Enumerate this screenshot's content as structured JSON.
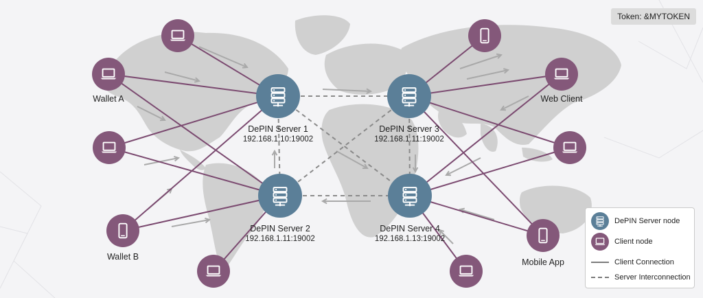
{
  "token": "Token: &MYTOKEN",
  "colors": {
    "server": "#5b7f98",
    "client": "#84587a",
    "client_line": "#7b4a70",
    "server_line": "#8a8a8a",
    "arrow": "#a9a9a9",
    "map": "#cfcfcf"
  },
  "servers": [
    {
      "id": "s1",
      "name": "DePIN Server 1",
      "ip": "192.168.1.10:19002"
    },
    {
      "id": "s2",
      "name": "DePIN Server 2",
      "ip": "192.168.1.11:19002"
    },
    {
      "id": "s3",
      "name": "DePIN Server 3",
      "ip": "192.168.1.11:19002"
    },
    {
      "id": "s4",
      "name": "DePIN Server 4",
      "ip": "192.168.1.13:19002"
    }
  ],
  "clients": [
    {
      "id": "c1",
      "icon": "laptop-icon",
      "label": ""
    },
    {
      "id": "c2",
      "icon": "laptop-icon",
      "label": "Wallet A"
    },
    {
      "id": "c3",
      "icon": "laptop-icon",
      "label": ""
    },
    {
      "id": "c4",
      "icon": "phone-icon",
      "label": "Wallet B"
    },
    {
      "id": "c5",
      "icon": "laptop-icon",
      "label": ""
    },
    {
      "id": "c6",
      "icon": "phone-icon",
      "label": ""
    },
    {
      "id": "c7",
      "icon": "laptop-icon",
      "label": "Web Client"
    },
    {
      "id": "c8",
      "icon": "laptop-icon",
      "label": ""
    },
    {
      "id": "c9",
      "icon": "phone-icon",
      "label": "Mobile App"
    },
    {
      "id": "c10",
      "icon": "laptop-icon",
      "label": ""
    }
  ],
  "client_links": [
    [
      "c1",
      "s1"
    ],
    [
      "c2",
      "s1"
    ],
    [
      "c2",
      "s2"
    ],
    [
      "c3",
      "s1"
    ],
    [
      "c3",
      "s2"
    ],
    [
      "c4",
      "s1"
    ],
    [
      "c4",
      "s2"
    ],
    [
      "c5",
      "s2"
    ],
    [
      "c6",
      "s3"
    ],
    [
      "c7",
      "s3"
    ],
    [
      "c7",
      "s4"
    ],
    [
      "c8",
      "s3"
    ],
    [
      "c8",
      "s4"
    ],
    [
      "c9",
      "s3"
    ],
    [
      "c9",
      "s4"
    ],
    [
      "c10",
      "s4"
    ]
  ],
  "server_links": [
    [
      "s1",
      "s3"
    ],
    [
      "s1",
      "s2"
    ],
    [
      "s3",
      "s4"
    ],
    [
      "s2",
      "s4"
    ],
    [
      "s1",
      "s4"
    ],
    [
      "s2",
      "s3"
    ]
  ],
  "legend": {
    "server_node": "DePIN Server node",
    "client_node": "Client node",
    "client_connection": "Client Connection",
    "server_interconnection": "Server Interconnection"
  }
}
